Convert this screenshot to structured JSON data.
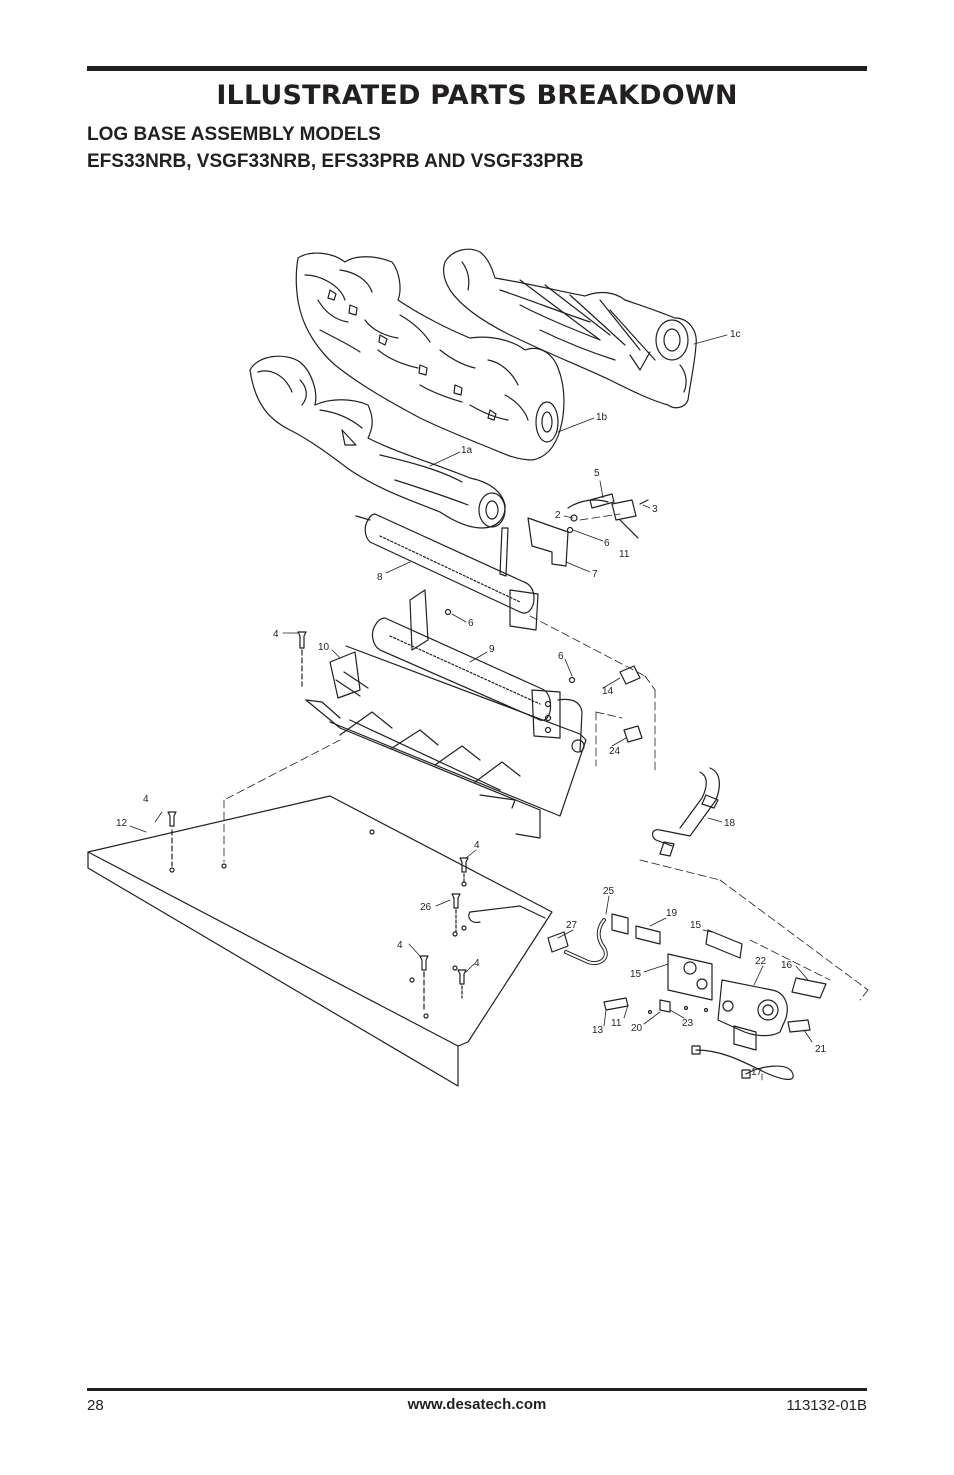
{
  "header": {
    "title": "ILLUSTRATED PARTS BREAKDOWN",
    "subtitle_line1": "LOG BASE ASSEMBLY MODELS",
    "subtitle_line2": "EFS33NRB, VSGF33NRB, EFS33PRB AND VSGF33PRB"
  },
  "callouts": {
    "c1a": "1a",
    "c1b": "1b",
    "c1c": "1c",
    "c2": "2",
    "c3": "3",
    "c4a": "4",
    "c4b": "4",
    "c4c": "4",
    "c4d": "4",
    "c4e": "4",
    "c5": "5",
    "c6a": "6",
    "c6b": "6",
    "c6c": "6",
    "c7": "7",
    "c8": "8",
    "c9": "9",
    "c10": "10",
    "c11a": "11",
    "c11b": "11",
    "c12": "12",
    "c13": "13",
    "c14": "14",
    "c15a": "15",
    "c15b": "15",
    "c16": "16",
    "c17": "17",
    "c18": "18",
    "c19": "19",
    "c20": "20",
    "c21": "21",
    "c22": "22",
    "c23": "23",
    "c24": "24",
    "c25": "25",
    "c26": "26",
    "c27": "27"
  },
  "footer": {
    "page_number": "28",
    "website": "www.desatech.com",
    "doc_code": "113132-01B"
  }
}
